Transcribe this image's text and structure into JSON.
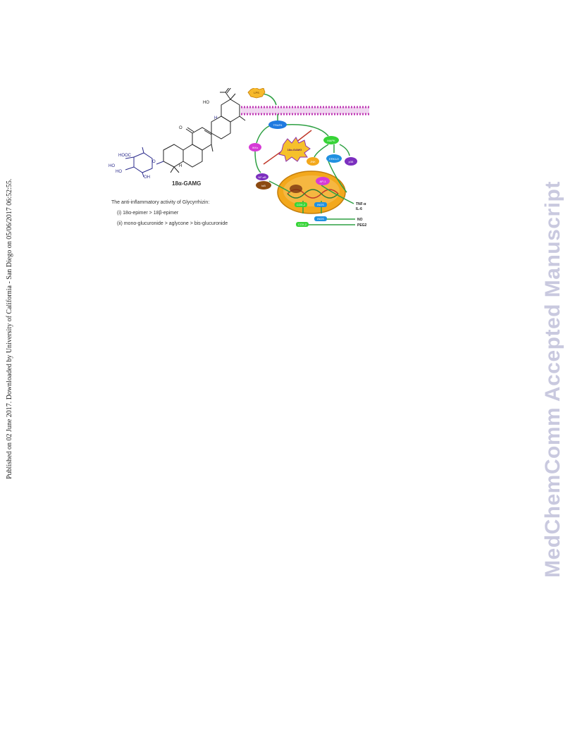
{
  "side_note": "Published on 02 June 2017. Downloaded by University of California - San Diego on 05/06/2017 06:52:55.",
  "watermark": "MedChemComm Accepted Manuscript",
  "figure": {
    "compound_label": "18α-GAMG",
    "structure_labels": {
      "ho_top": "HO",
      "o_top": "O",
      "h1": "H",
      "o_ketone": "O",
      "h2": "H",
      "hooc": "HOOC",
      "ho1": "HO",
      "ho2": "HO",
      "oh": "OH",
      "o_link": "O"
    },
    "caption_title": "The anti-inflammatory activity of Glycyrrhizin:",
    "caption_items": [
      "(i) 18α-epimer > 18β-epimer",
      "(ii) mono-glucuronide > aglycone > bis-glucuronide"
    ],
    "pathway": {
      "stimulus": "LPS",
      "receptor": "TRAF6",
      "inhibitor": "18α-GAMG",
      "left_node": "IKKs",
      "mapk": "MAPK",
      "jnk": "JNK",
      "erk": "ERK1/2",
      "p38": "p38",
      "nfkb": "NF-κB",
      "ikb": "IκB",
      "ap1": "AP-1",
      "cox2_gene": "COX-2",
      "inos_gene": "iNOS",
      "inos_protein": "iNOS",
      "cox2_protein": "COX-2",
      "outputs": [
        "TNF-α",
        "IL-6",
        "NO",
        "PEG2"
      ]
    }
  }
}
